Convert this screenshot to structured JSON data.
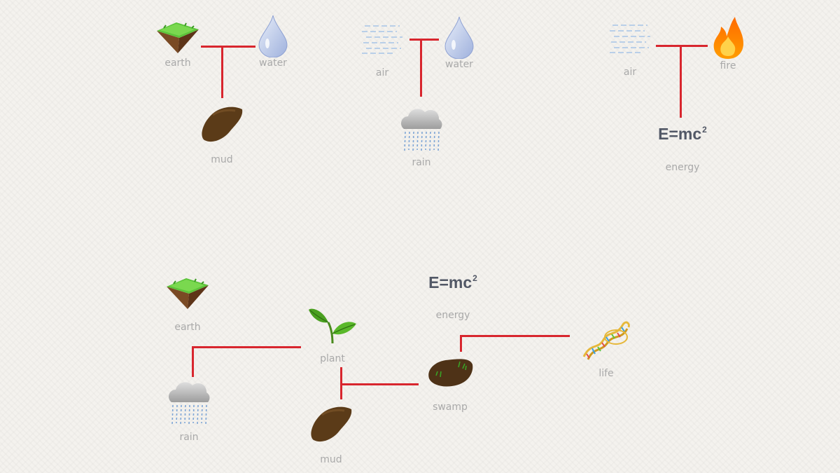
{
  "combos": [
    {
      "elements": [
        {
          "id": "earth",
          "label": "earth",
          "icon": "earth-icon"
        },
        {
          "id": "water",
          "label": "water",
          "icon": "water-drop-icon"
        },
        {
          "id": "mud",
          "label": "mud",
          "icon": "mud-icon"
        }
      ]
    },
    {
      "elements": [
        {
          "id": "air",
          "label": "air",
          "icon": "air-icon"
        },
        {
          "id": "water",
          "label": "water",
          "icon": "water-drop-icon"
        },
        {
          "id": "rain",
          "label": "rain",
          "icon": "rain-cloud-icon"
        }
      ]
    },
    {
      "elements": [
        {
          "id": "air",
          "label": "air",
          "icon": "air-icon"
        },
        {
          "id": "fire",
          "label": "fire",
          "icon": "fire-icon"
        },
        {
          "id": "energy",
          "label": "energy",
          "icon": "energy-formula",
          "formula": "E=mc",
          "formula_exp": "2"
        }
      ]
    },
    {
      "elements": [
        {
          "id": "earth",
          "label": "earth",
          "icon": "earth-icon"
        },
        {
          "id": "rain",
          "label": "rain",
          "icon": "rain-cloud-icon"
        },
        {
          "id": "plant",
          "label": "plant",
          "icon": "plant-icon"
        },
        {
          "id": "mud",
          "label": "mud",
          "icon": "mud-icon"
        },
        {
          "id": "swamp",
          "label": "swamp",
          "icon": "swamp-icon"
        },
        {
          "id": "energy",
          "label": "energy",
          "icon": "energy-formula",
          "formula": "E=mc",
          "formula_exp": "2"
        },
        {
          "id": "life",
          "label": "life",
          "icon": "dna-icon"
        }
      ]
    }
  ],
  "colors": {
    "connector": "#d8262e",
    "label": "#a9a9a9",
    "formula": "#525866",
    "background": "#f4f2ee"
  }
}
